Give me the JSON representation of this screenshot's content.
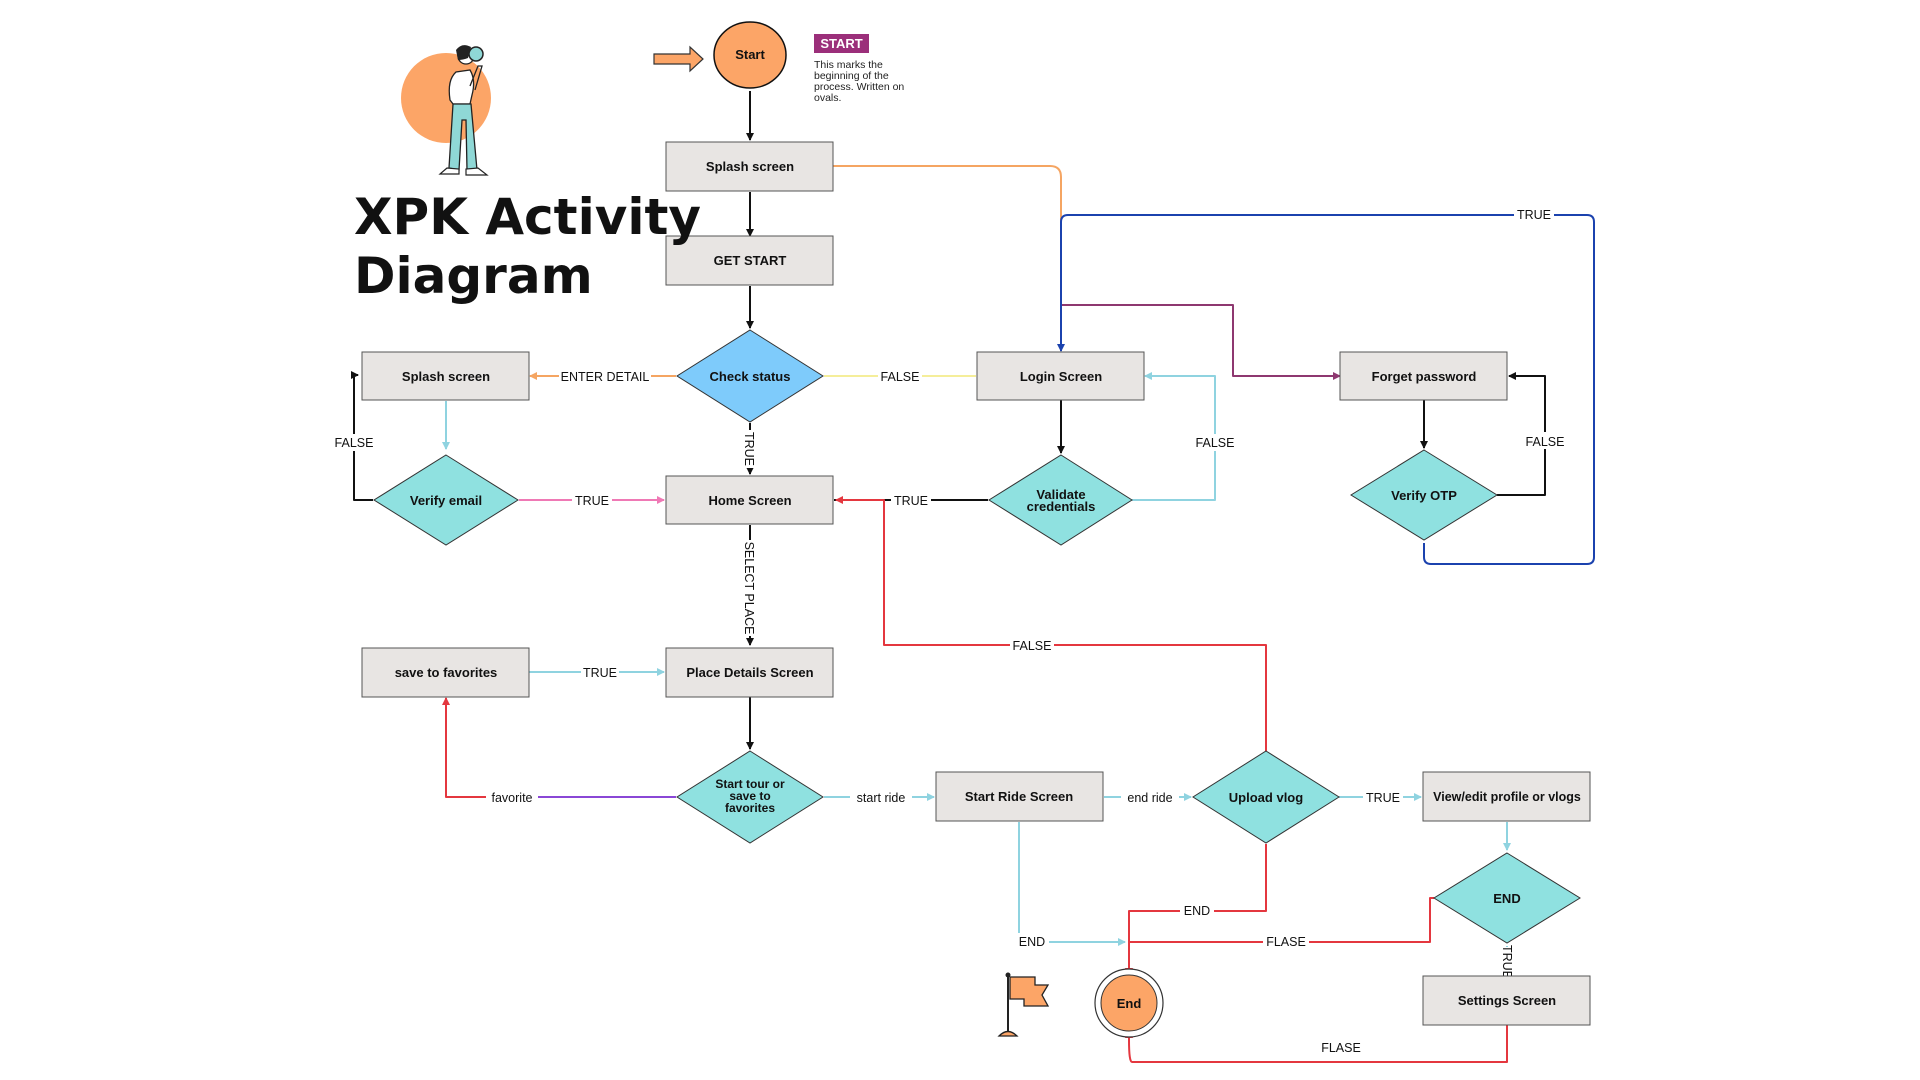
{
  "title": {
    "line1": "XPK Activity",
    "line2": "Diagram"
  },
  "legend": {
    "tag": "START",
    "description": "This marks the beginning of the process. Written on ovals."
  },
  "colors": {
    "process_fill": "#e8e5e3",
    "decision_fill": "#8fe1e0",
    "check_fill": "#7ecbfb",
    "terminal_fill": "#fca567",
    "black": "#111111",
    "orange": "#f5a562",
    "light_yellow": "#f5ee9a",
    "cyan": "#8fd3e0",
    "pink": "#ef79b5",
    "red": "#e4373f",
    "purple": "#8e3870",
    "blue": "#1b42ae",
    "violet": "#8a47d6"
  },
  "nodes": {
    "start": "Start",
    "splash_top": "Splash screen",
    "get_start": "GET START",
    "check_status": "Check status",
    "splash_left": "Splash screen",
    "login": "Login Screen",
    "forget": "Forget password",
    "verify_email": "Verify email",
    "home": "Home Screen",
    "validate": "Validate credentials",
    "verify_otp": "Verify OTP",
    "save_fav": "save to favorites",
    "place": "Place Details Screen",
    "start_tour": "Start tour or save to favorites",
    "start_ride": "Start Ride Screen",
    "upload": "Upload vlog",
    "profile": "View/edit profile or vlogs",
    "end_dec": "END",
    "settings": "Settings Screen",
    "end": "End"
  },
  "labels": {
    "enter_detail": "ENTER DETAIL",
    "false_check": "FALSE",
    "true_check": "TRUE",
    "false_email": "FALSE",
    "true_email": "TRUE",
    "true_validate": "TRUE",
    "false_validate": "FALSE",
    "false_otp": "FALSE",
    "true_otp": "TRUE",
    "select_place": "SELECT PLACE",
    "true_fav": "TRUE",
    "favorite": "favorite",
    "start_ride_lbl": "start ride",
    "end_ride": "end ride",
    "true_upload": "TRUE",
    "false_upload": "FALSE",
    "end_upload": "END",
    "end_ride_screen": "END",
    "flase_end": "FLASE",
    "true_end": "TRUE",
    "flase_settings": "FLASE"
  },
  "icons": {
    "person": "person-with-magnifier-icon",
    "flag": "finish-flag-icon",
    "arrow": "start-arrow-icon"
  }
}
